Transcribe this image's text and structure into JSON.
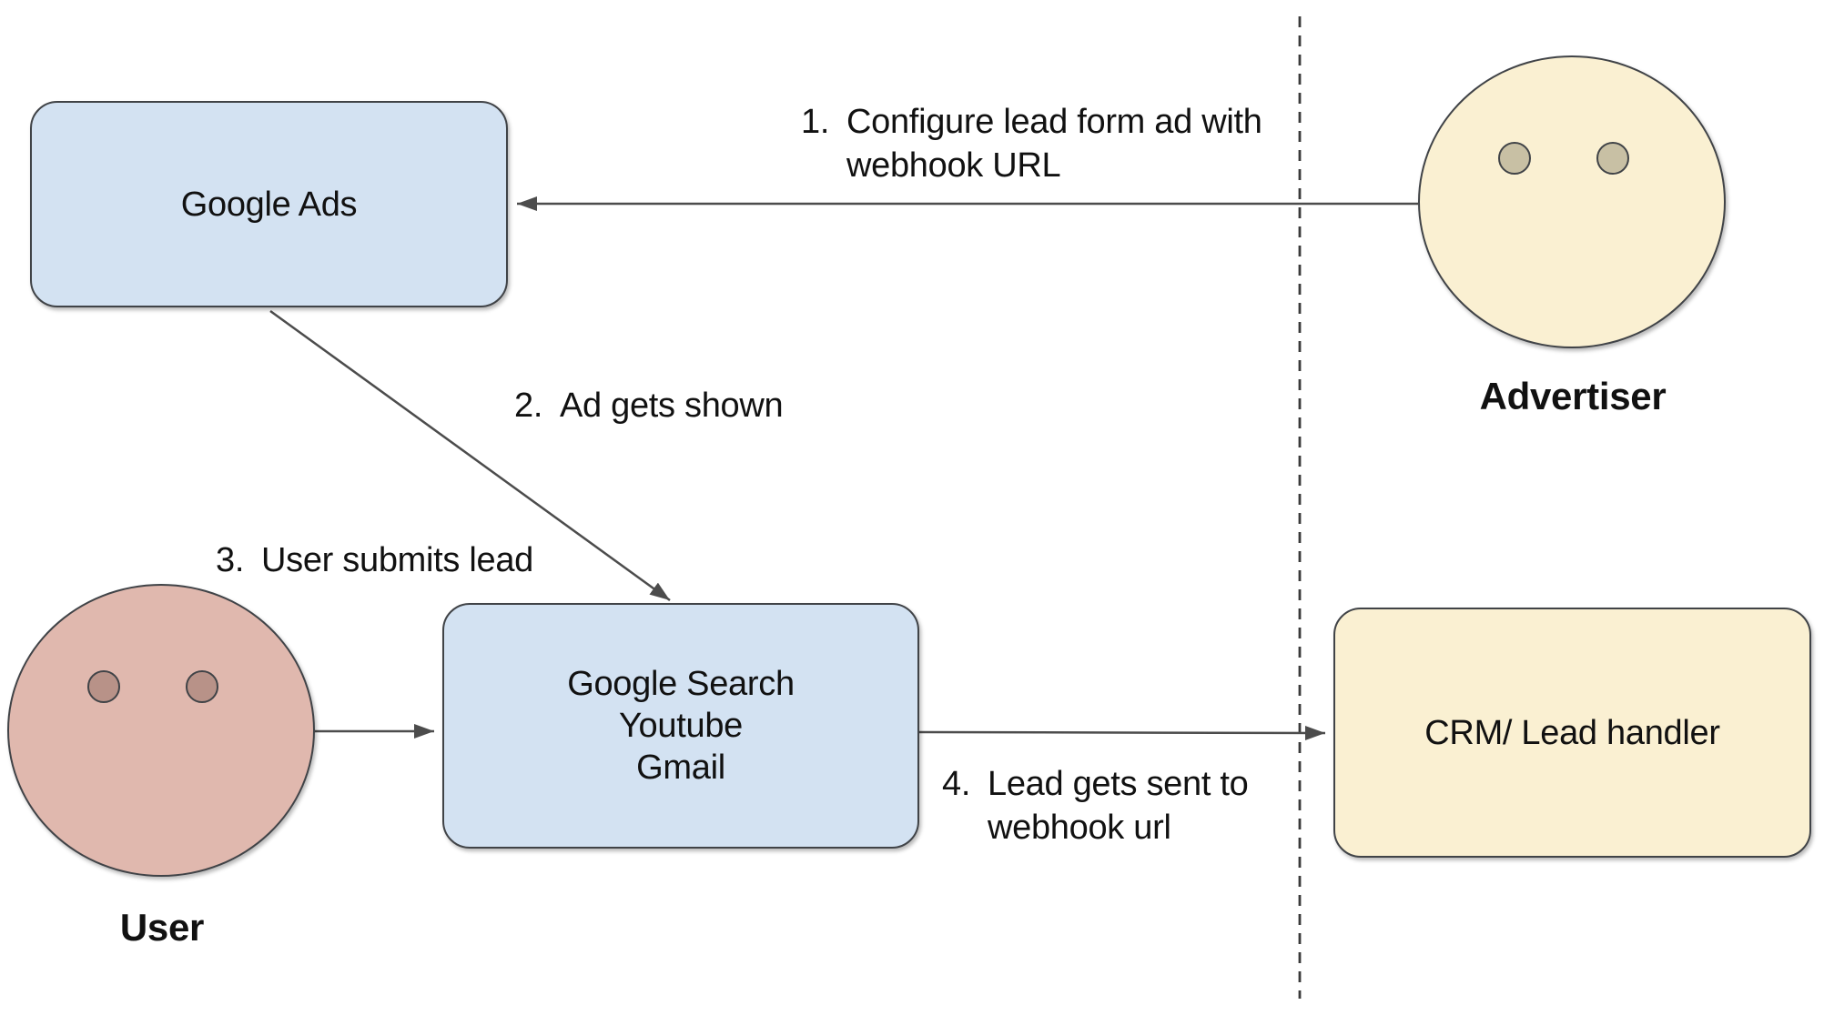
{
  "colors": {
    "box_blue": "#d3e2f2",
    "box_yellow": "#faf0d2",
    "face_advertiser": "#faf0d2",
    "face_user": "#e0b8ae",
    "eye_advertiser": "#c8c0a4",
    "eye_user": "#b89288",
    "stroke": "#404347",
    "arrow": "#4c4c4c",
    "text": "#111111"
  },
  "nodes": {
    "google_ads": {
      "label": "Google Ads"
    },
    "google_surfaces": {
      "lines": [
        "Google Search",
        "Youtube",
        "Gmail"
      ]
    },
    "crm": {
      "label": "CRM/ Lead handler"
    },
    "advertiser": {
      "label": "Advertiser"
    },
    "user": {
      "label": "User"
    }
  },
  "steps": [
    {
      "num": "1.",
      "lines": [
        "Configure lead form ad with",
        "webhook URL"
      ]
    },
    {
      "num": "2.",
      "lines": [
        "Ad gets shown"
      ]
    },
    {
      "num": "3.",
      "lines": [
        "User submits lead"
      ]
    },
    {
      "num": "4.",
      "lines": [
        "Lead gets sent to",
        "webhook url"
      ]
    }
  ]
}
